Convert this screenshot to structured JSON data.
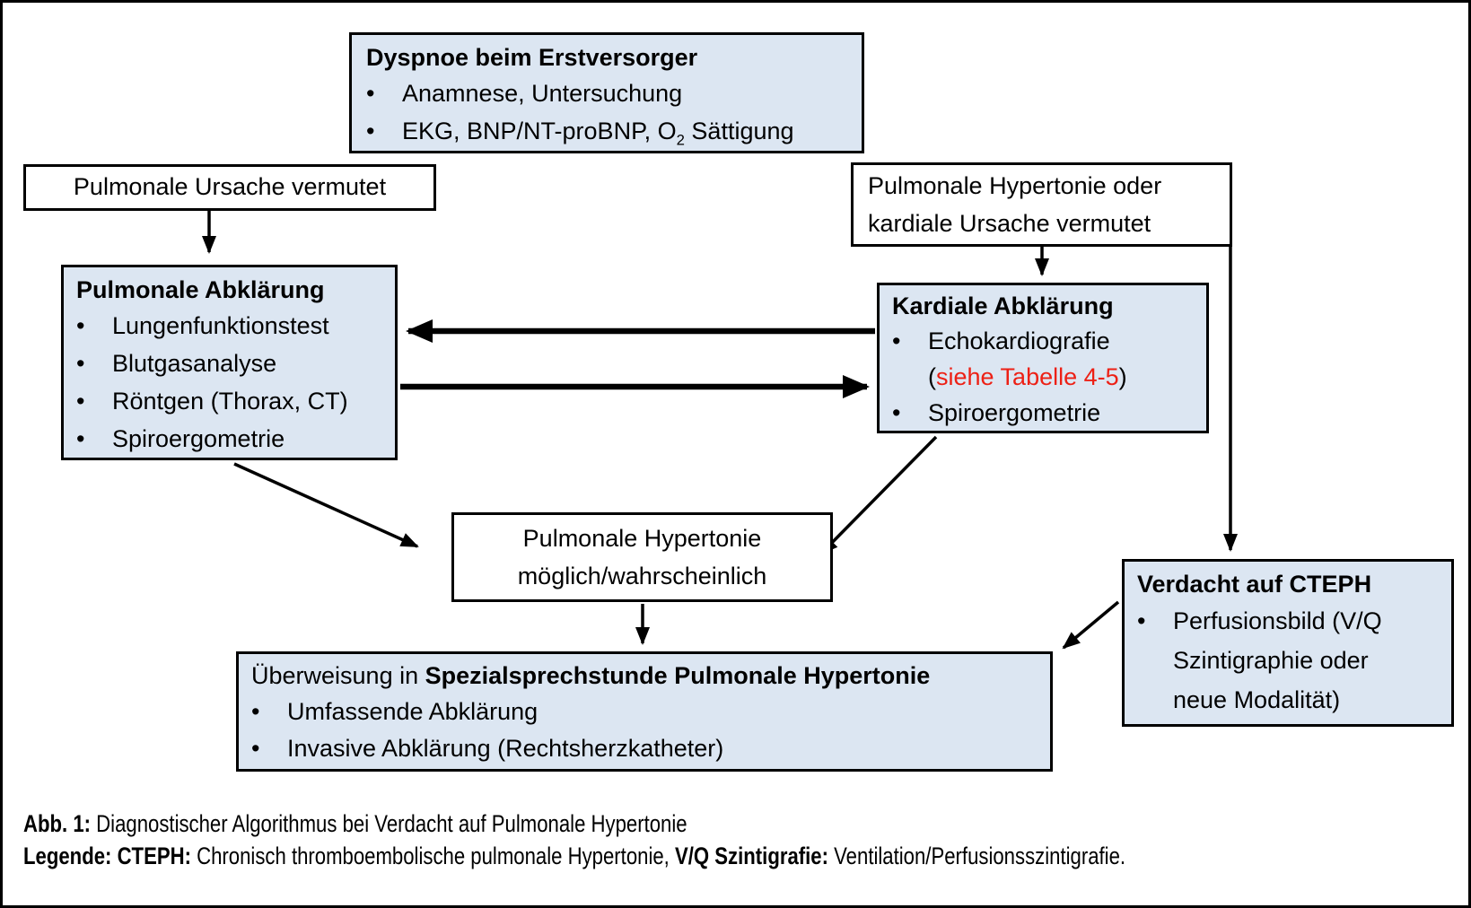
{
  "bullet_char": "•",
  "colors": {
    "box_fill": "#dce6f2",
    "box_border": "#000000",
    "red_text": "#ed2015",
    "text": "#000000"
  },
  "boxes": {
    "dyspnoe": {
      "title": "Dyspnoe beim Erstversorger",
      "bullet1": "Anamnese, Untersuchung",
      "bullet2_prefix": "EKG, BNP/NT-proBNP, O",
      "bullet2_sub": "2",
      "bullet2_suffix": " Sättigung"
    },
    "pulmonale_ursache": {
      "text": "Pulmonale Ursache vermutet"
    },
    "kardiale_ursache": {
      "line1": "Pulmonale Hypertonie oder",
      "line2": "kardiale Ursache vermutet"
    },
    "pulmonale_abklaerung": {
      "title": "Pulmonale Abklärung",
      "bullets": [
        "Lungenfunktionstest",
        "Blutgasanalyse",
        "Röntgen (Thorax, CT)",
        "Spiroergometrie"
      ]
    },
    "kardiale_abklaerung": {
      "title": "Kardiale Abklärung",
      "bullet1": "Echokardiografie",
      "note_open": "(",
      "note_red": "siehe Tabelle 4-5",
      "note_close": ")",
      "bullet2": "Spiroergometrie"
    },
    "ph_moeglich": {
      "line1": "Pulmonale Hypertonie",
      "line2": "möglich/wahrscheinlich"
    },
    "verdacht_cteph": {
      "title": "Verdacht auf CTEPH",
      "bullet_lines": [
        "Perfusionsbild (V/Q",
        "Szintigraphie oder",
        "neue Modalität)"
      ]
    },
    "ueberweisung": {
      "title_prefix": "Überweisung in ",
      "title_bold": "Spezialsprechstunde Pulmonale Hypertonie",
      "bullets": [
        "Umfassende Abklärung",
        "Invasive Abklärung (Rechtsherzkatheter)"
      ]
    }
  },
  "caption": {
    "fig_label": "Abb. 1:",
    "fig_text": " Diagnostischer Algorithmus bei Verdacht auf Pulmonale Hypertonie",
    "legend_label": "Legende:",
    "cteph_label": " CTEPH:",
    "cteph_text": " Chronisch thromboembolische pulmonale Hypertonie, ",
    "vq_label": "V/Q Szintigrafie:",
    "vq_text": " Ventilation/Perfusionsszintigrafie."
  }
}
